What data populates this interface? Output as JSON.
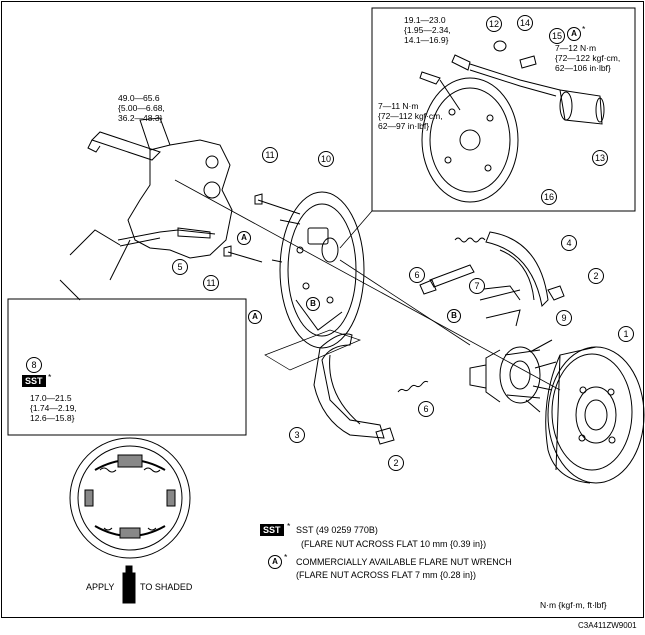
{
  "torque": {
    "knuckle": [
      "49.0—65.6",
      "{5.00—6.68,",
      "36.2—48.3}"
    ],
    "flare_inset": [
      "19.1—23.0",
      "{1.95—2.34,",
      "14.1—16.9}"
    ],
    "wheel_cyl_top": [
      "7—12 N·m",
      "{72—122 kgf·cm,",
      "62—106 in·lbf}"
    ],
    "backing_bolt": [
      "7—11 N·m",
      "{72—112 kgf·cm,",
      "62—97 in·lbf}"
    ],
    "sst_line": [
      "17.0—21.5",
      "{1.74—2.19,",
      "12.6—15.8}"
    ]
  },
  "callouts": {
    "c1": "1",
    "c2a": "2",
    "c2b": "2",
    "c3": "3",
    "c4": "4",
    "c5": "5",
    "c6a": "6",
    "c6b": "6",
    "c7": "7",
    "c8": "8",
    "c9": "9",
    "c10": "10",
    "c11a": "11",
    "c11b": "11",
    "c12": "12",
    "c13": "13",
    "c14": "14",
    "c15": "15",
    "c16": "16"
  },
  "letters": {
    "a": "A",
    "b": "B",
    "star": "*"
  },
  "sst_badge": "SST",
  "legend": {
    "sst_title": "SST (49 0259 770B)",
    "sst_note": "(FLARE NUT ACROSS FLAT 10 mm {0.39 in})",
    "a_title": "COMMERCIALLY AVAILABLE FLARE NUT WRENCH",
    "a_note": "(FLARE NUT ACROSS FLAT 7 mm {0.28 in})"
  },
  "apply_label": "APPLY",
  "to_shaded_label": "TO SHADED",
  "units": "N·m {kgf·m, ft·lbf}",
  "figure_code": "C3A411ZW9001"
}
